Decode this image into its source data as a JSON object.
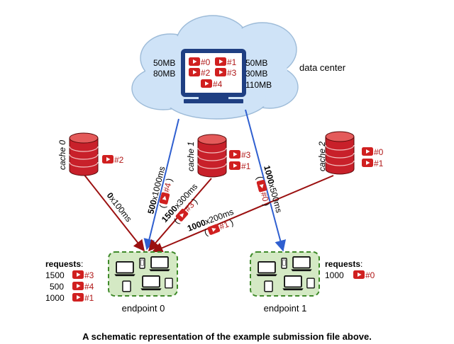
{
  "data_center": {
    "label": "data center",
    "videos_left": [
      {
        "size": "50MB",
        "id": "#0"
      },
      {
        "size": "80MB",
        "id": "#2"
      }
    ],
    "videos_right": [
      {
        "size": "50MB",
        "id": "#1"
      },
      {
        "size": "30MB",
        "id": "#3"
      },
      {
        "size": "110MB",
        "id": "#4"
      }
    ]
  },
  "caches": [
    {
      "label": "cache 0",
      "videos": [
        "#2"
      ]
    },
    {
      "label": "cache 1",
      "videos": [
        "#3",
        "#1"
      ]
    },
    {
      "label": "cache 2",
      "videos": [
        "#0",
        "#1"
      ]
    }
  ],
  "connections": [
    {
      "count": "500",
      "latency": "x1000ms",
      "video": "#4"
    },
    {
      "count": "1000",
      "latency": "x500ms",
      "video": "#0"
    },
    {
      "count": "0",
      "latency": "x100ms"
    },
    {
      "count": "1500",
      "latency": "x300ms",
      "video": "#3"
    },
    {
      "count": "1000",
      "latency": "x200ms",
      "video": "#1"
    }
  ],
  "endpoints": [
    {
      "label": "endpoint 0",
      "requests_title": "requests",
      "requests": [
        {
          "count": "1500",
          "video": "#3"
        },
        {
          "count": "500",
          "video": "#4"
        },
        {
          "count": "1000",
          "video": "#1"
        }
      ]
    },
    {
      "label": "endpoint 1",
      "requests_title": "requests",
      "requests": [
        {
          "count": "1000",
          "video": "#0"
        }
      ]
    }
  ],
  "caption": "A schematic representation of the example submission file above.",
  "colors": {
    "cloud": "#cfe3f7",
    "monitor": "#1f3f82",
    "cache": "#c8202a",
    "red_link": "#9b1010",
    "blue_link": "#2f5fd0",
    "endpoint_fill": "#d4e9c4",
    "endpoint_border": "#3f8a2a",
    "video_icon": "#d02020"
  }
}
